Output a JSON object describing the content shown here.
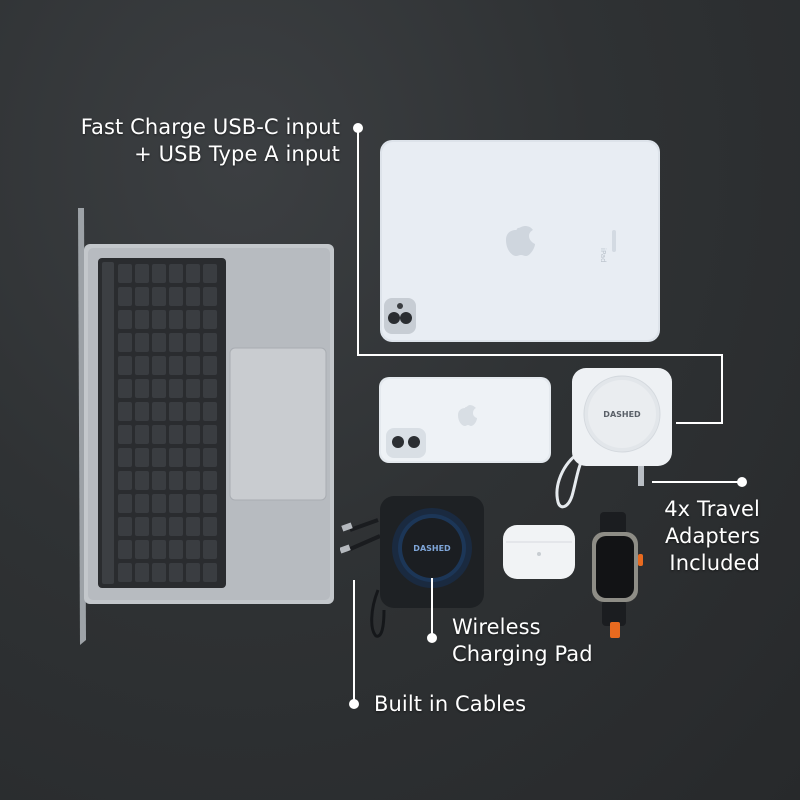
{
  "callouts": {
    "usb_input": {
      "line1": "Fast Charge USB-C input",
      "line2": "+ USB Type A input"
    },
    "travel_adapters": {
      "line1": "4x Travel",
      "line2": "Adapters",
      "line3": "Included"
    },
    "wireless_pad": {
      "line1": "Wireless",
      "line2": "Charging Pad"
    },
    "built_in_cables": {
      "line1": "Built in Cables"
    }
  },
  "brand": {
    "charger_logo": "DASHED",
    "pad_logo": "DASHED"
  },
  "tablet_label": "iPad",
  "colors": {
    "background": "#2f3234",
    "accent_line": "#ffffff",
    "device_silver": "#c9ccd0",
    "charger_white": "#eef1f4",
    "pad_dark": "#1e2124",
    "pad_ring": "#1f3f6a"
  },
  "icons": [
    "apple-logo-icon",
    "camera-icon"
  ]
}
